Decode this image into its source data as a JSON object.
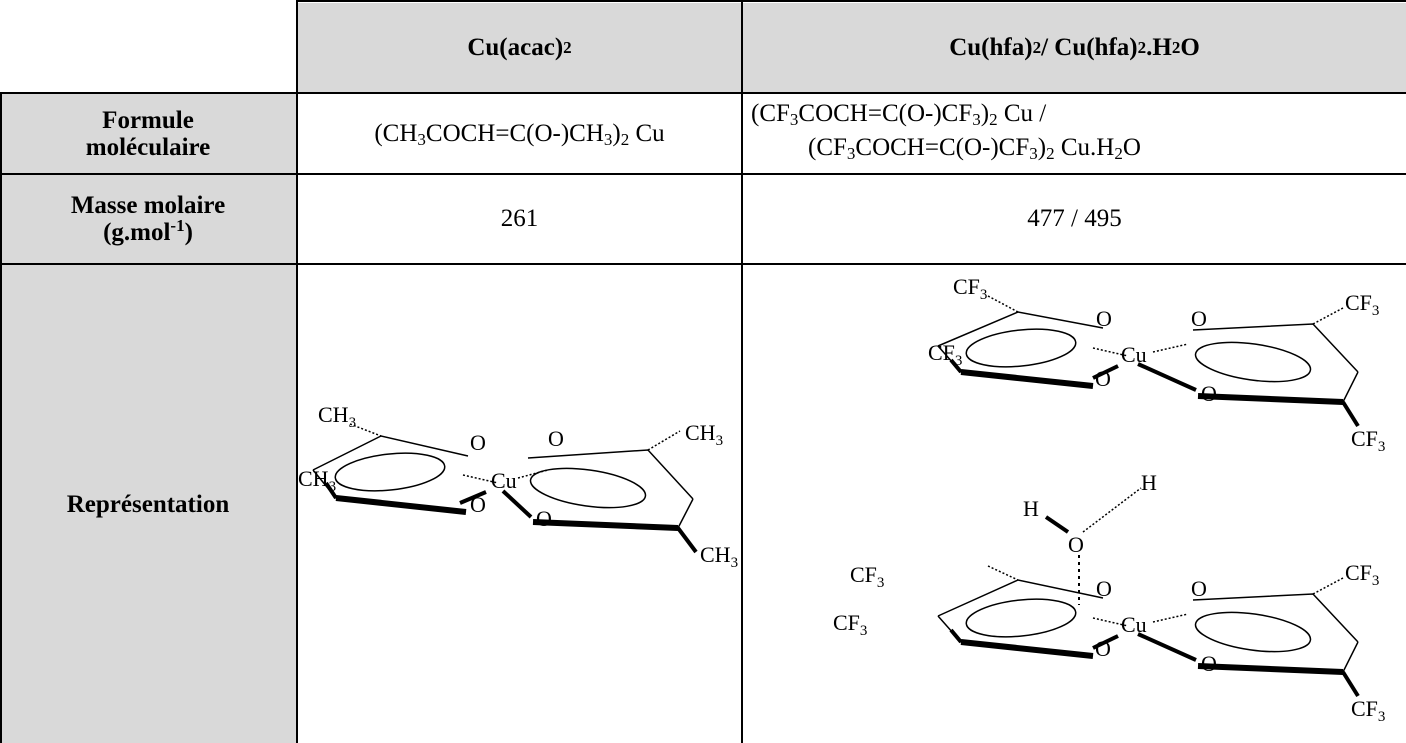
{
  "header": {
    "col1": "Cu(acac)",
    "col1_sub": "2",
    "col2_a": "Cu(hfa)",
    "col2_a_sub": "2",
    "col2_sep": "/ Cu(hfa)",
    "col2_b_sub": "2",
    "col2_b_tail": ".H",
    "col2_b_sub2": "2",
    "col2_b_end": "O"
  },
  "rows": {
    "formule": {
      "label_line1": "Formule",
      "label_line2": "moléculaire",
      "acac": "(CH3COCH=C(O-)CH3)2 Cu",
      "hfa_line1": "(CF3COCH=C(O-)CF3)2 Cu /",
      "hfa_line2": "(CF3COCH=C(O-)CF3)2 Cu.H2O"
    },
    "masse": {
      "label_line1": "Masse molaire",
      "label_unit": "(g.mol",
      "label_exp": "-1",
      "label_close": ")",
      "acac": "261",
      "hfa": "477 / 495"
    },
    "representation": {
      "label": "Représentation"
    }
  },
  "atoms": {
    "ch3": "CH",
    "cf3": "CF",
    "sub3": "3",
    "o": "O",
    "cu": "Cu",
    "h": "H"
  }
}
